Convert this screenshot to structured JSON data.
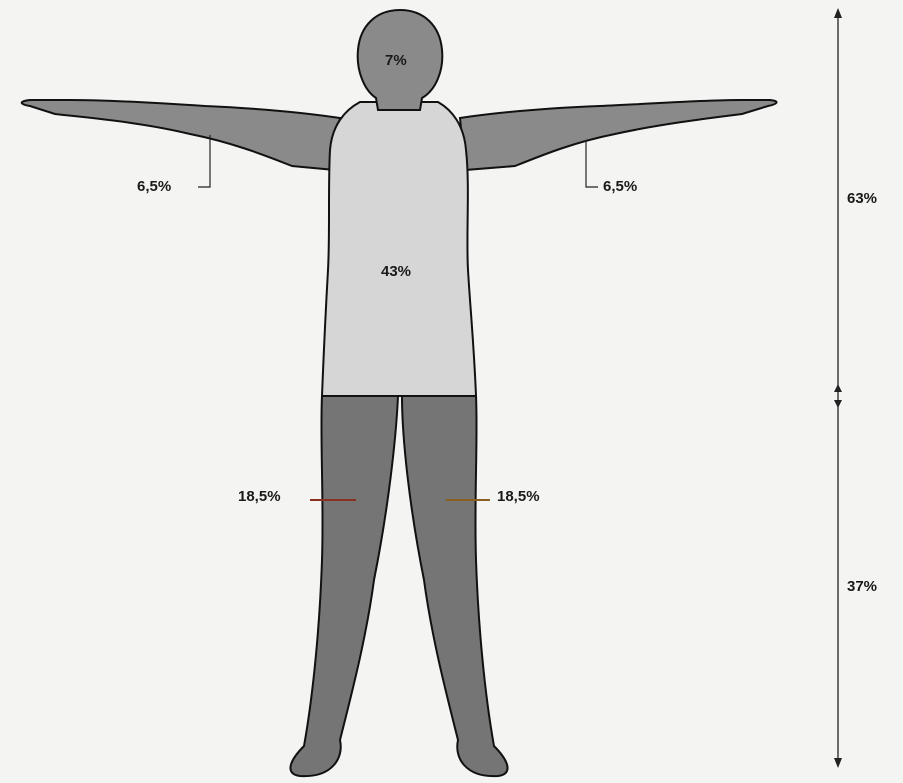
{
  "labels": {
    "head": "7%",
    "left_arm": "6,5%",
    "right_arm": "6,5%",
    "trunk": "43%",
    "left_leg": "18,5%",
    "right_leg": "18,5%",
    "upper_body": "63%",
    "lower_body": "37%"
  },
  "colors": {
    "background": "#f4f4f2",
    "head_limbs": "#8a8a8a",
    "trunk": "#d6d6d6",
    "legs": "#757575",
    "outline": "#111111"
  }
}
